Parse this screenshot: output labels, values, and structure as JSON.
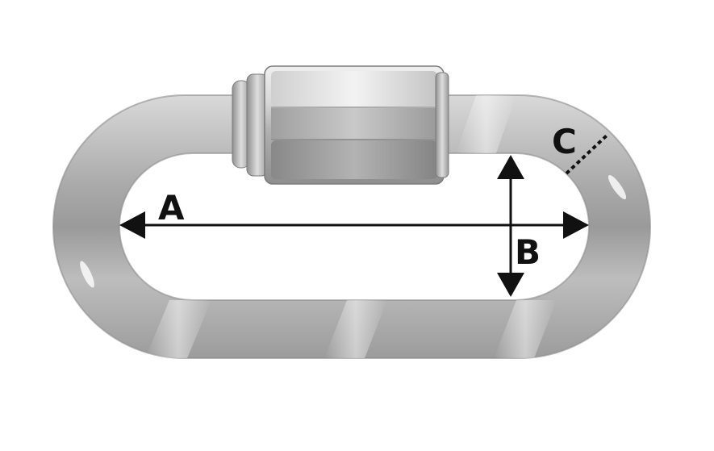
{
  "diagram": {
    "subject": "quick-link",
    "labels": {
      "a": "A",
      "b": "B",
      "c": "C"
    },
    "colors": {
      "metal_light": "#e2e2e2",
      "metal_mid": "#b5b5b5",
      "metal_dark": "#858585",
      "line": "#111111",
      "background": "#ffffff"
    }
  }
}
